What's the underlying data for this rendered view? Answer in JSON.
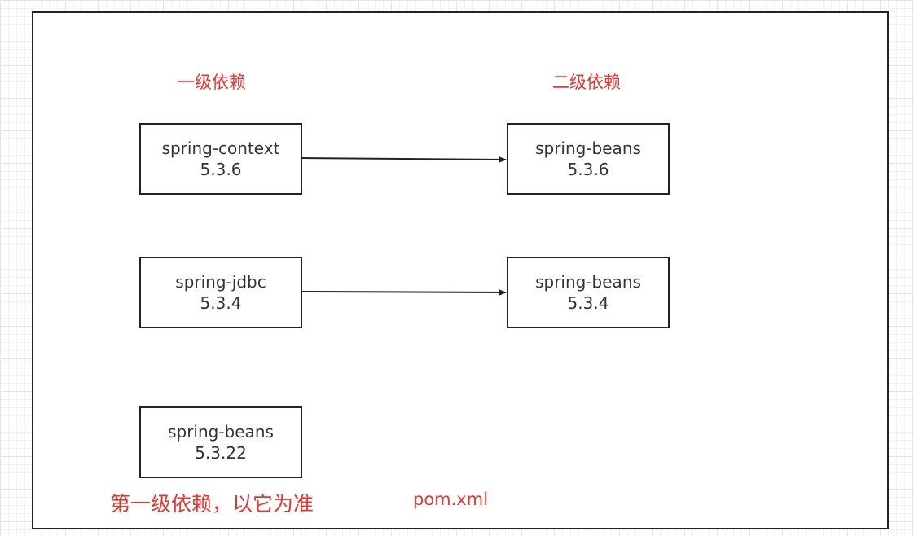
{
  "colors": {
    "label": "#e8362f",
    "stroke": "#222222",
    "text": "#333333",
    "grid": "#e4e4e4"
  },
  "labels": {
    "level1": "一级依赖",
    "level2": "二级依赖",
    "note": "第一级依赖，以它为准",
    "file": "pom.xml"
  },
  "nodes": {
    "context": {
      "name": "spring-context",
      "version": "5.3.6"
    },
    "beans_536": {
      "name": "spring-beans",
      "version": "5.3.6"
    },
    "jdbc": {
      "name": "spring-jdbc",
      "version": "5.3.4"
    },
    "beans_534": {
      "name": "spring-beans",
      "version": "5.3.4"
    },
    "beans_5322": {
      "name": "spring-beans",
      "version": "5.3.22"
    }
  },
  "edges": [
    {
      "from": "spring-context 5.3.6",
      "to": "spring-beans 5.3.6"
    },
    {
      "from": "spring-jdbc 5.3.4",
      "to": "spring-beans 5.3.4"
    }
  ]
}
